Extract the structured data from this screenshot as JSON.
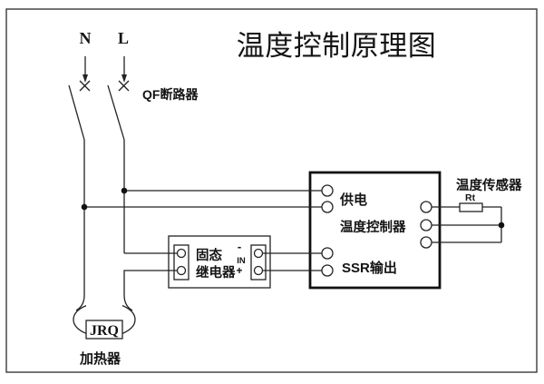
{
  "title": "温度控制原理图",
  "power": {
    "neutral": "N",
    "live": "L",
    "breaker": "QF断路器"
  },
  "ssr": {
    "name_line1": "固态",
    "name_line2": "继电器",
    "minus": "-",
    "in": "IN",
    "plus": "+"
  },
  "controller": {
    "power": "供电",
    "name": "温度控制器",
    "ssr_output": "SSR输出"
  },
  "sensor": {
    "name": "温度传感器",
    "resistor": "Rt"
  },
  "heater": {
    "tag": "JRQ",
    "name": "加热器"
  },
  "colors": {
    "line": "#222222",
    "controller_border": "#111111",
    "background": "#ffffff"
  }
}
